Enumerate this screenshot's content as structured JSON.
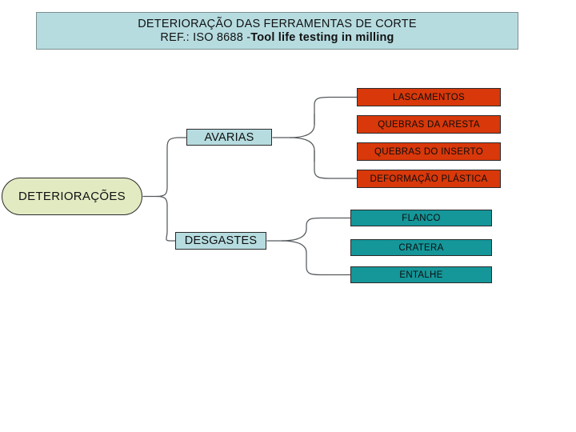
{
  "header": {
    "line1": "DETERIORAÇÃO DAS FERRAMENTAS DE CORTE",
    "line2_prefix": "REF.: ISO 8688 - ",
    "line2_bold": "Tool life testing in milling"
  },
  "diagram": {
    "type": "tree-diagram",
    "root": {
      "label": "DETERIORAÇÕES",
      "shape": "rounded-oval",
      "color": "#e2eac2"
    },
    "branches": [
      {
        "label": "AVARIAS",
        "shape": "rectangle",
        "color": "#b6dce0",
        "leaf_color": "#d8380a",
        "leaves": [
          {
            "label": "LASCAMENTOS"
          },
          {
            "label": "QUEBRAS DA ARESTA"
          },
          {
            "label": "QUEBRAS DO INSERTO"
          },
          {
            "label": "DEFORMAÇÃO PLÁSTICA"
          }
        ]
      },
      {
        "label": "DESGASTES",
        "shape": "rectangle",
        "color": "#b6dce0",
        "leaf_color": "#159699",
        "leaves": [
          {
            "label": "FLANCO"
          },
          {
            "label": "CRATERA"
          },
          {
            "label": "ENTALHE"
          }
        ]
      }
    ]
  },
  "colors": {
    "banner_fill": "#b6dce0",
    "banner_border": "#7d8f91",
    "root_fill": "#e2eac2",
    "branch_fill": "#b6dce0",
    "avarias_leaf_fill": "#d8380a",
    "desgastes_leaf_fill": "#159699",
    "connector_stroke": "#555a5e",
    "page_background": "#ffffff"
  }
}
